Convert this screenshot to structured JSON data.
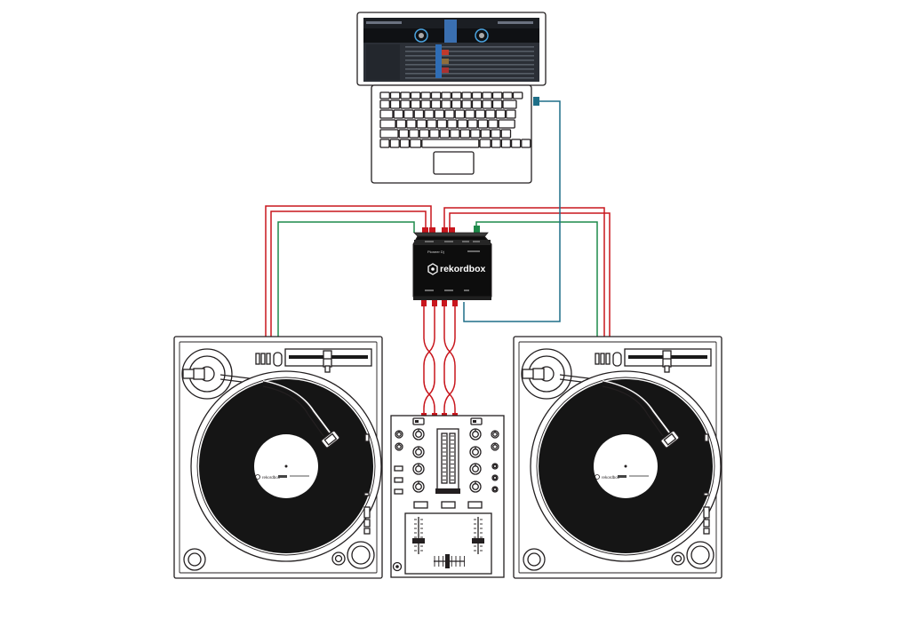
{
  "interface": {
    "brand": "Pioneer Dj",
    "product": "rekordbox"
  },
  "turntables": {
    "left_label": "rekordbox",
    "right_label": "rekordbox"
  },
  "colors": {
    "line": "#231f20",
    "audio_red": "#c8161d",
    "audio_green": "#1d8a4a",
    "usb_teal": "#1f6f88",
    "interface_body": "#0d0d0d",
    "record": "#151515"
  }
}
